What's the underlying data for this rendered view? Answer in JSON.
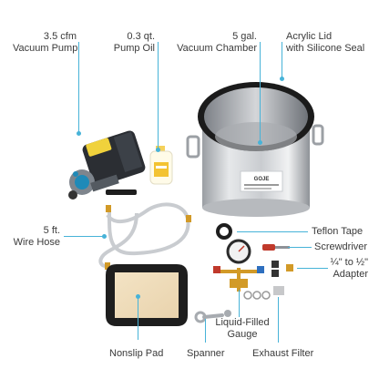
{
  "labels": {
    "vacuum_pump": [
      "3.5 cfm",
      "Vacuum Pump"
    ],
    "pump_oil": [
      "0.3 qt.",
      "Pump Oil"
    ],
    "vacuum_chamber": [
      "5 gal.",
      "Vacuum Chamber"
    ],
    "acrylic_lid": [
      "Acrylic Lid",
      "with Silicone Seal"
    ],
    "wire_hose": [
      "5 ft.",
      "Wire Hose"
    ],
    "teflon_tape": "Teflon Tape",
    "screwdriver": "Screwdriver",
    "adapter": [
      "¼\" to ½\"",
      "Adapter"
    ],
    "nonslip_pad": "Nonslip Pad",
    "spanner": "Spanner",
    "gauge": [
      "Liquid-Filled",
      "Gauge"
    ],
    "exhaust_filter": "Exhaust Filter"
  },
  "chamber_brand": "GOJE",
  "colors": {
    "accent": "#47b3d8"
  }
}
